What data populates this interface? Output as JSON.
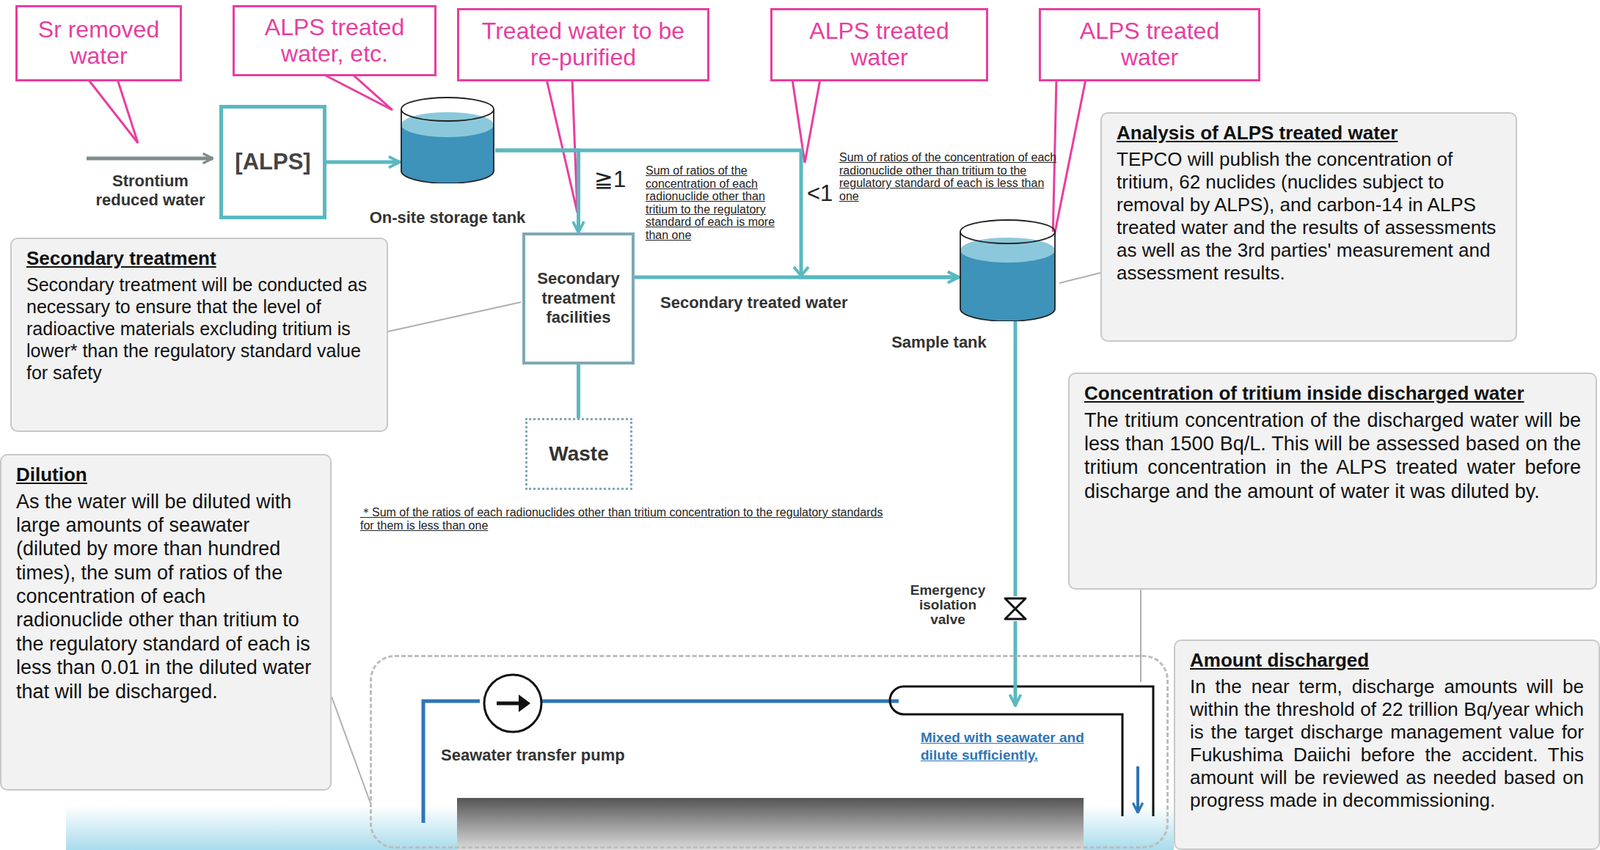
{
  "diagram": {
    "nodes": [
      {
        "text": [
          "Sr removed water"
        ]
      },
      {
        "text": [
          "ALPS treated water, etc."
        ]
      },
      {
        "text": [
          "Treated water to be re-purified"
        ]
      },
      {
        "text": [
          "ALPS treated water"
        ]
      },
      {
        "text": [
          "ALPS treated water"
        ]
      },
      {
        "text": [
          "[ALPS]"
        ]
      },
      {
        "text": [
          "On-site storage tank"
        ]
      },
      {
        "text": [
          "Secondary treatment facilities"
        ]
      },
      {
        "text": [
          "Sample tank"
        ]
      },
      {
        "text": [
          "Waste"
        ]
      },
      {
        "text": [
          "Secondary treatment",
          "Secondary treatment will be conducted as necessary to ensure that the level of radioactive materials excluding tritium is lower* than the regulatory standard value for safety"
        ]
      },
      {
        "text": [
          "Analysis of ALPS treated water",
          "TEPCO will publish the concentration of tritium, 62 nuclides (nuclides subject to removal by ALPS), and carbon-14 in ALPS treated water and the results of assessments as well as the 3rd parties' measurement and assessment results."
        ]
      },
      {
        "text": [
          "Concentration of tritium inside discharged water",
          "The tritium concentration of the discharged water will be less than 1500 Bq/L. This will be assessed based on the tritium concentration in the ALPS treated water before discharge and the amount of water it was diluted by."
        ]
      },
      {
        "text": [
          "Dilution",
          "As the water will be diluted with large amounts of seawater (diluted by more than hundred times), the sum of ratios of the concentration of each radionuclide other than tritium to the regulatory standard of each is less than 0.01 in the diluted water that will be discharged."
        ]
      },
      {
        "text": [
          "Amount discharged",
          "In the near term, discharge amounts will be within the threshold of 22 trillion Bq/year which is the target discharge management value for Fukushima Daiichi before the accident. This amount will be reviewed as needed based on progress made in decommissioning."
        ]
      },
      {
        "text": [
          "Emergency isolation valve"
        ]
      },
      {
        "text": [
          "Mixed with seawater and dilute sufficiently."
        ]
      },
      {
        "text": [
          "Seawater transfer pump"
        ],
        "in": 16
      }
    ],
    "edges": [
      {
        "from": 5,
        "to": 6,
        "arrow": "to"
      },
      {
        "from": 6,
        "to": 7,
        "arrow": "to"
      },
      {
        "from": 6,
        "to": 8,
        "arrow": "to"
      },
      {
        "from": 7,
        "to": 8,
        "arrow": "to"
      },
      {
        "from": 7,
        "to": 9,
        "arrow": "none"
      },
      {
        "from": 8,
        "to": 15,
        "arrow": "none"
      },
      {
        "from": 15,
        "to": 16,
        "arrow": "to"
      }
    ],
    "labels": [
      "Strontium reduced water",
      "≧1",
      "Sum of ratios of the concentration of each radionuclide other than tritium to the regulatory standard of each is more than one",
      "<1",
      "Sum of ratios of the concentration of each radionuclide other than tritium to the regulatory standard of each is less than one",
      "Secondary treated water",
      "＊Sum of the ratios of each radionuclides other than tritium concentration to the regulatory standards for them is less than one"
    ]
  }
}
